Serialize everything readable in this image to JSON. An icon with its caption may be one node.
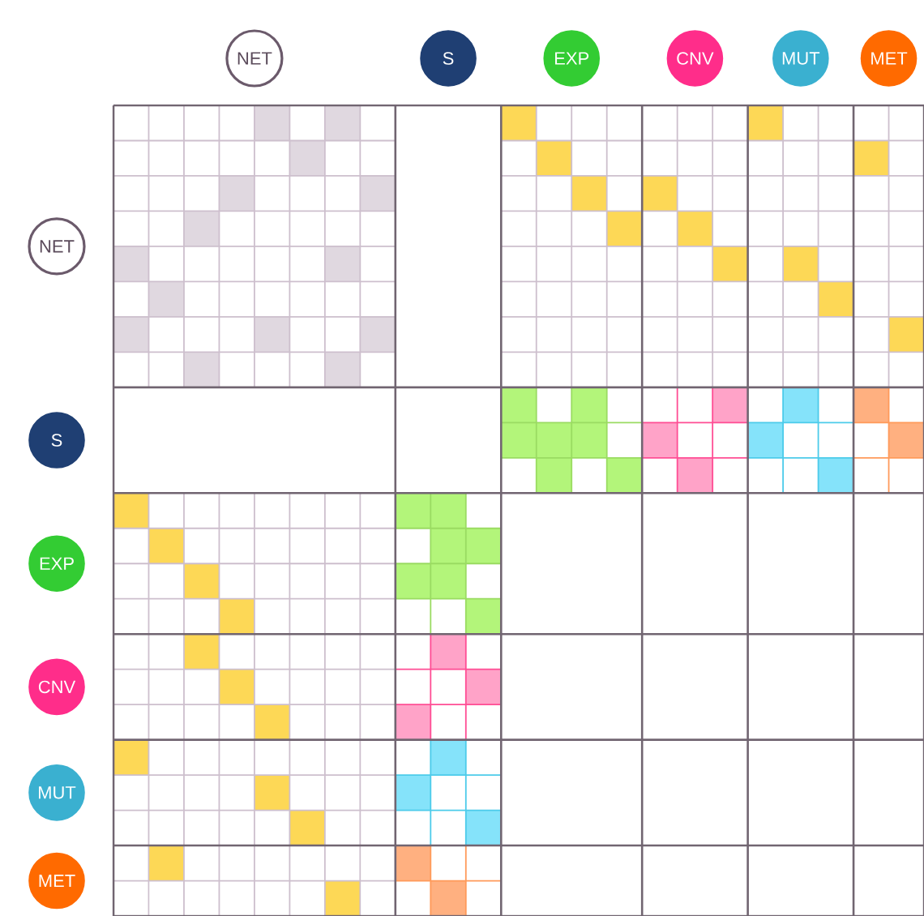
{
  "diagram": {
    "nodes": [
      {
        "text": [
          "NET"
        ]
      },
      {
        "text": [
          "S"
        ]
      },
      {
        "text": [
          "EXP"
        ]
      },
      {
        "text": [
          "CNV"
        ]
      },
      {
        "text": [
          "MUT"
        ]
      },
      {
        "text": [
          "MET"
        ]
      },
      {
        "text": [
          "NET"
        ]
      },
      {
        "text": [
          "S"
        ]
      },
      {
        "text": [
          "EXP"
        ]
      },
      {
        "text": [
          "CNV"
        ]
      },
      {
        "text": [
          "MUT"
        ]
      },
      {
        "text": [
          "MET"
        ]
      }
    ]
  }
}
